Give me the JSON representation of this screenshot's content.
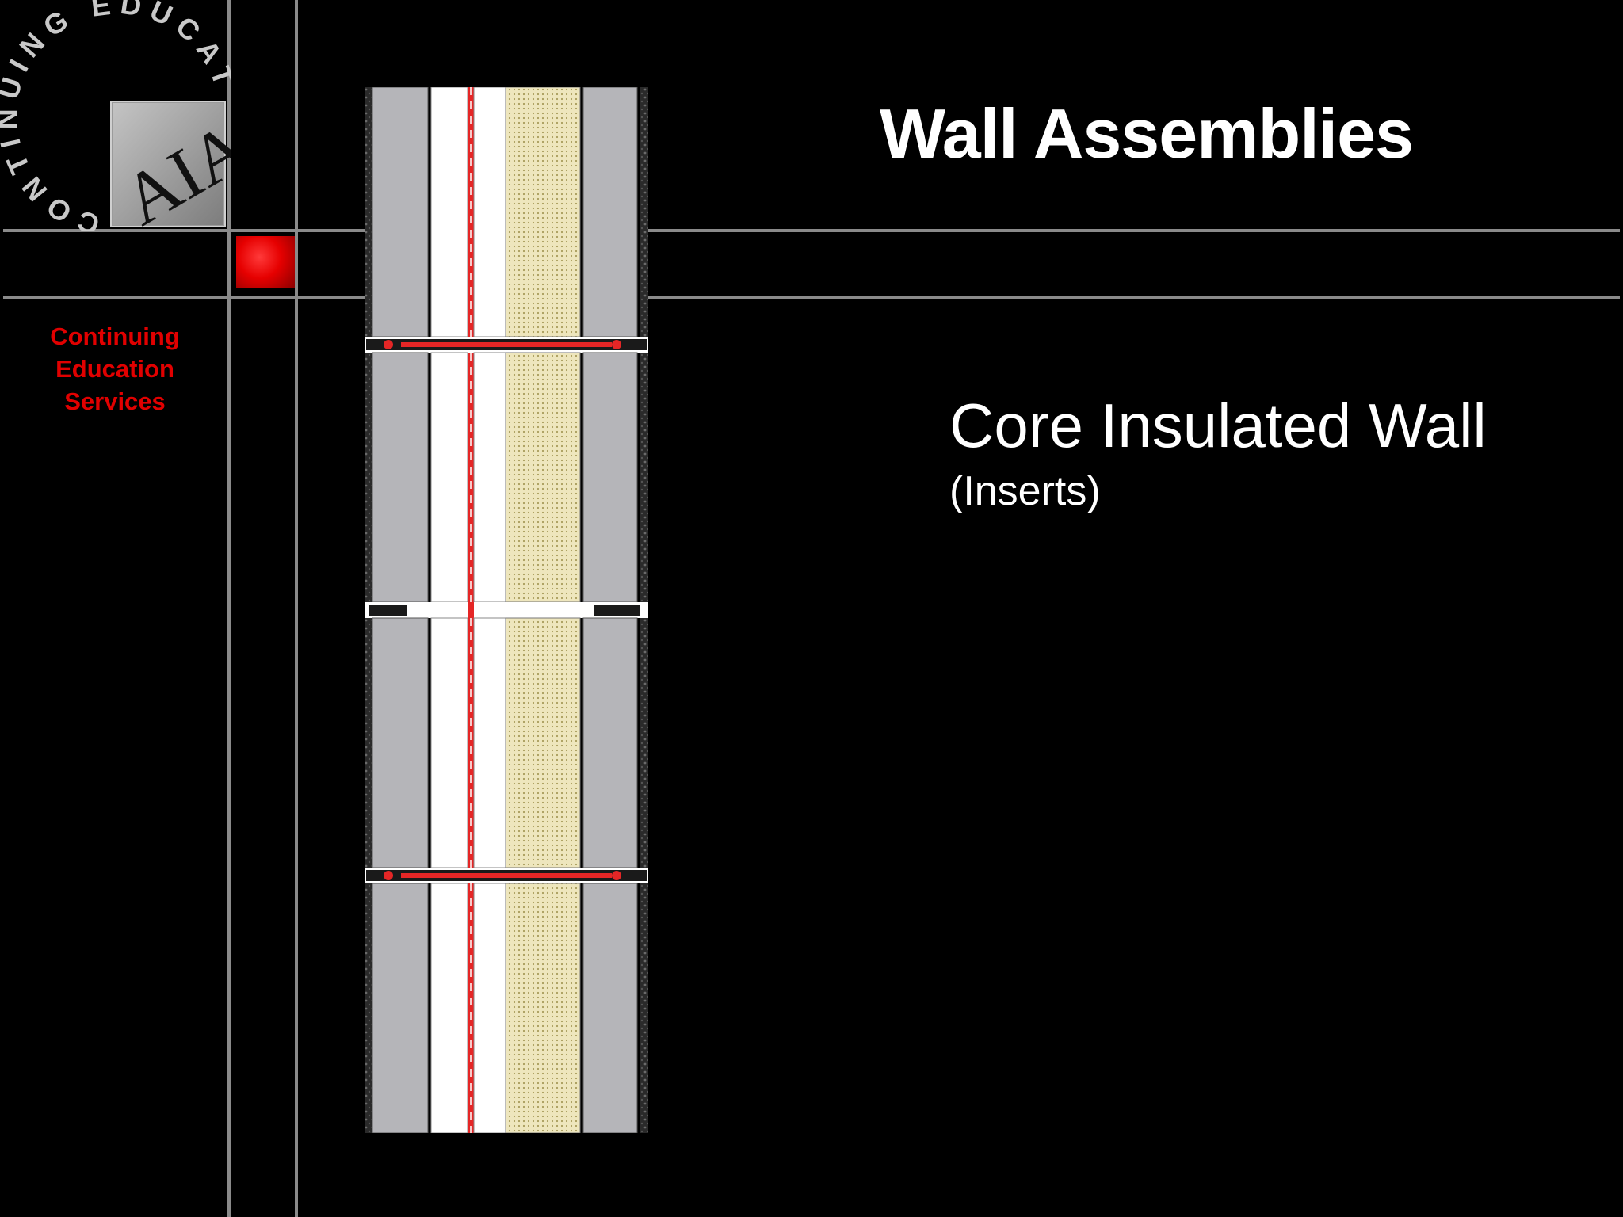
{
  "logo": {
    "ring_text": "CONTINUING EDUCATION",
    "mark_text": "AIA"
  },
  "sidebar": {
    "org_lines": [
      "Continuing",
      "Education",
      "Services"
    ]
  },
  "slide": {
    "title": "Wall Assemblies",
    "subtitle": "Core Insulated Wall",
    "note": "(Inserts)"
  },
  "diagram": {
    "type": "core-insulated-wall-section",
    "panels": 4,
    "layers": [
      "concrete wythe",
      "rigid insulation",
      "red tie line",
      "rigid insulation",
      "batt insulation",
      "concrete wythe"
    ],
    "connectors": "inserts",
    "colors": {
      "concrete": "#b5b5b9",
      "insulation": "#ffffff",
      "batt": "#e8e0b0",
      "tie": "#e52626",
      "joint": "#1a1a1a"
    }
  },
  "colors": {
    "background": "#000000",
    "grid_line": "#8a8a8a",
    "accent_red": "#e10000",
    "text": "#ffffff"
  }
}
